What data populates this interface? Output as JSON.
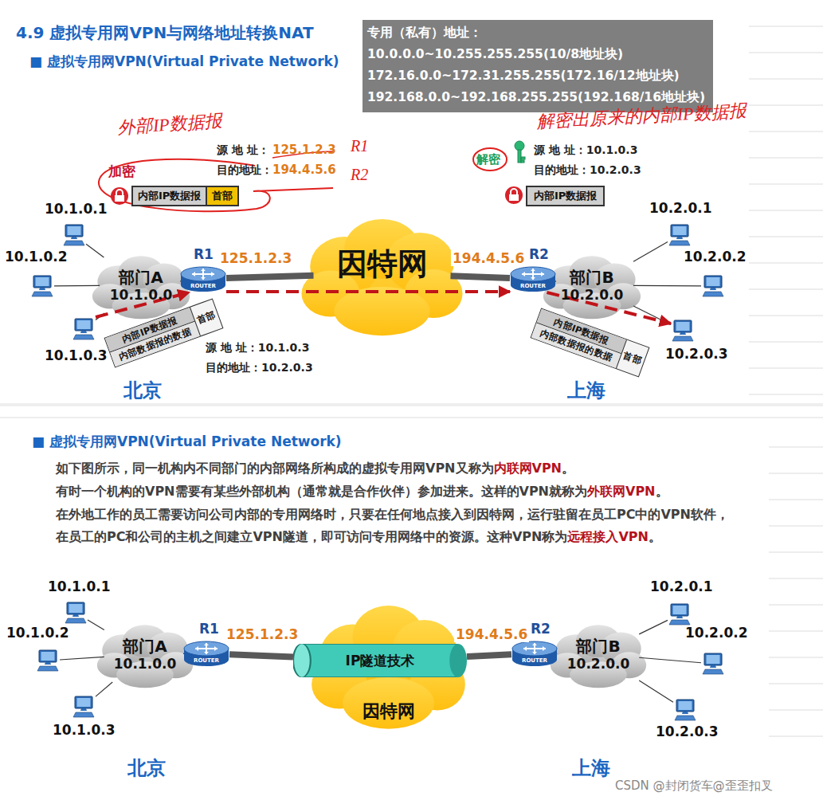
{
  "diagram": {
    "title": "4.9 虚拟专用网VPN与网络地址转换NAT",
    "nodes": [
      {
        "text": [
          "专用（私有）地址：",
          "10.0.0.0~10.255.255.255(10/8地址块)",
          "172.16.0.0~172.31.255.255(172.16/12地址块)",
          "192.168.0.0~192.168.255.255(192.168/16地址块)"
        ]
      },
      {
        "text": [
          "10.1.0.1"
        ]
      },
      {
        "text": [
          "10.1.0.2"
        ]
      },
      {
        "text": [
          "10.1.0.3"
        ]
      },
      {
        "text": [
          "部门A",
          "10.1.0.0"
        ]
      },
      {
        "text": [
          "R1",
          "ROUTER"
        ]
      },
      {
        "text": [
          "因特网"
        ]
      },
      {
        "text": [
          "R2",
          "ROUTER"
        ]
      },
      {
        "text": [
          "部门B",
          "10.2.0.0"
        ]
      },
      {
        "text": [
          "10.2.0.1"
        ]
      },
      {
        "text": [
          "10.2.0.2"
        ]
      },
      {
        "text": [
          "10.2.0.3"
        ]
      },
      {
        "text": [
          "内部IP数据报",
          "首部"
        ]
      },
      {
        "text": [
          "内部IP数据报",
          "首部",
          "内部数据报的数据"
        ]
      },
      {
        "text": [
          "内部IP数据报"
        ]
      },
      {
        "text": [
          "内部IP数据报",
          "内部数据报的数据",
          "首部"
        ]
      },
      {
        "text": [
          "10.1.0.1"
        ]
      },
      {
        "text": [
          "10.1.0.2"
        ]
      },
      {
        "text": [
          "10.1.0.3"
        ]
      },
      {
        "text": [
          "部门A",
          "10.1.0.0"
        ]
      },
      {
        "text": [
          "R1",
          "ROUTER"
        ]
      },
      {
        "text": [
          "因特网"
        ]
      },
      {
        "text": [
          "IP隧道技术"
        ]
      },
      {
        "text": [
          "R2",
          "ROUTER"
        ]
      },
      {
        "text": [
          "部门B",
          "10.2.0.0"
        ]
      },
      {
        "text": [
          "10.2.0.1"
        ]
      },
      {
        "text": [
          "10.2.0.2"
        ]
      },
      {
        "text": [
          "10.2.0.3"
        ]
      }
    ],
    "edges": [
      {
        "from": 1,
        "to": 4,
        "arrow": "none"
      },
      {
        "from": 2,
        "to": 4,
        "arrow": "none"
      },
      {
        "from": 3,
        "to": 4,
        "arrow": "none"
      },
      {
        "from": 4,
        "to": 5,
        "arrow": "none"
      },
      {
        "from": 5,
        "to": 6,
        "arrow": "none",
        "label": "125.1.2.3"
      },
      {
        "from": 6,
        "to": 7,
        "arrow": "none",
        "label": "194.4.5.6"
      },
      {
        "from": 7,
        "to": 8,
        "arrow": "none"
      },
      {
        "from": 8,
        "to": 9,
        "arrow": "none"
      },
      {
        "from": 8,
        "to": 10,
        "arrow": "none"
      },
      {
        "from": 8,
        "to": 11,
        "arrow": "none"
      },
      {
        "from": 3,
        "to": 5,
        "arrow": "to"
      },
      {
        "from": 5,
        "to": 7,
        "arrow": "to"
      },
      {
        "from": 7,
        "to": 11,
        "arrow": "to"
      },
      {
        "from": 16,
        "to": 19,
        "arrow": "none"
      },
      {
        "from": 17,
        "to": 19,
        "arrow": "none"
      },
      {
        "from": 18,
        "to": 19,
        "arrow": "none"
      },
      {
        "from": 19,
        "to": 20,
        "arrow": "none"
      },
      {
        "from": 20,
        "to": 22,
        "arrow": "none",
        "label": "125.1.2.3"
      },
      {
        "from": 22,
        "to": 23,
        "arrow": "none",
        "label": "194.4.5.6"
      },
      {
        "from": 23,
        "to": 24,
        "arrow": "none"
      },
      {
        "from": 24,
        "to": 25,
        "arrow": "none"
      },
      {
        "from": 24,
        "to": 26,
        "arrow": "none"
      },
      {
        "from": 24,
        "to": 27,
        "arrow": "none"
      }
    ],
    "labels": [
      "■ 虚拟专用网VPN(Virtual Private Network)",
      "外部IP数据报",
      "R1",
      "R2",
      "源 地 址：",
      "125.1.2.3",
      "目的地址：",
      "194.4.5.6",
      "加密",
      "解密出原来的内部IP数据报",
      "解密",
      "源 地 址：10.1.0.3",
      "目的地址：10.2.0.3",
      "源 地 址：10.1.0.3",
      "目的地址：10.2.0.3",
      "北京",
      "上海",
      "■ 虚拟专用网VPN(Virtual Private Network)",
      "如下图所示，同一机构内不同部门的内部网络所构成的虚拟专用网VPN又称为",
      "内联网VPN",
      "。",
      "有时一个机构的VPN需要有某些外部机构（通常就是合作伙伴）参加进来。这样的VPN就称为",
      "外联网VPN",
      "。",
      "在外地工作的员工需要访问公司内部的专用网络时，只要在任何地点接入到因特网，运行驻留在员工PC中的VPN软件，在员工的PC和公司的主机之间建立VPN隧道，即可访问专用网络中的资源。这种VPN称为",
      "远程接入VPN",
      "。",
      "北京",
      "上海",
      "CSDN @封闭货车@歪歪扣叉"
    ]
  }
}
